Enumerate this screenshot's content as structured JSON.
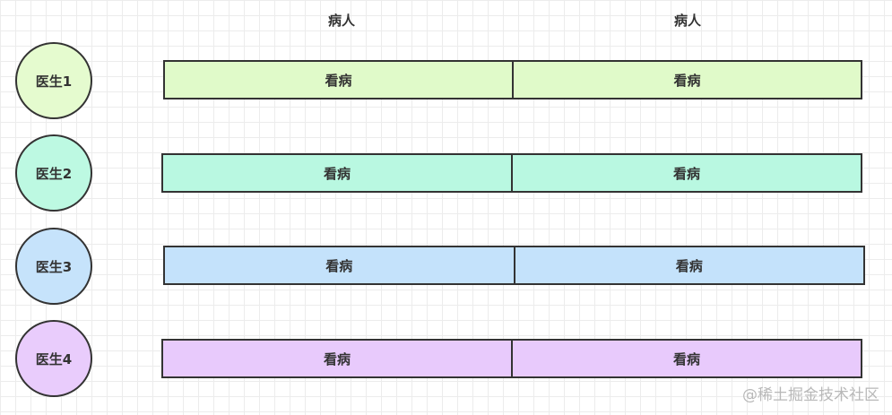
{
  "headers": [
    "病人",
    "病人"
  ],
  "rows": [
    {
      "doctor": "医生1",
      "cells": [
        "看病",
        "看病"
      ],
      "color": "#e0fac9",
      "circle_color": "#e5fbcf"
    },
    {
      "doctor": "医生2",
      "cells": [
        "看病",
        "看病"
      ],
      "color": "#b9f8e1",
      "circle_color": "#bdf9e2"
    },
    {
      "doctor": "医生3",
      "cells": [
        "看病",
        "看病"
      ],
      "color": "#c4e2fb",
      "circle_color": "#c6e3fb"
    },
    {
      "doctor": "医生4",
      "cells": [
        "看病",
        "看病"
      ],
      "color": "#e8cafc",
      "circle_color": "#e9ccfc"
    }
  ],
  "watermark": "@稀土掘金技术社区"
}
